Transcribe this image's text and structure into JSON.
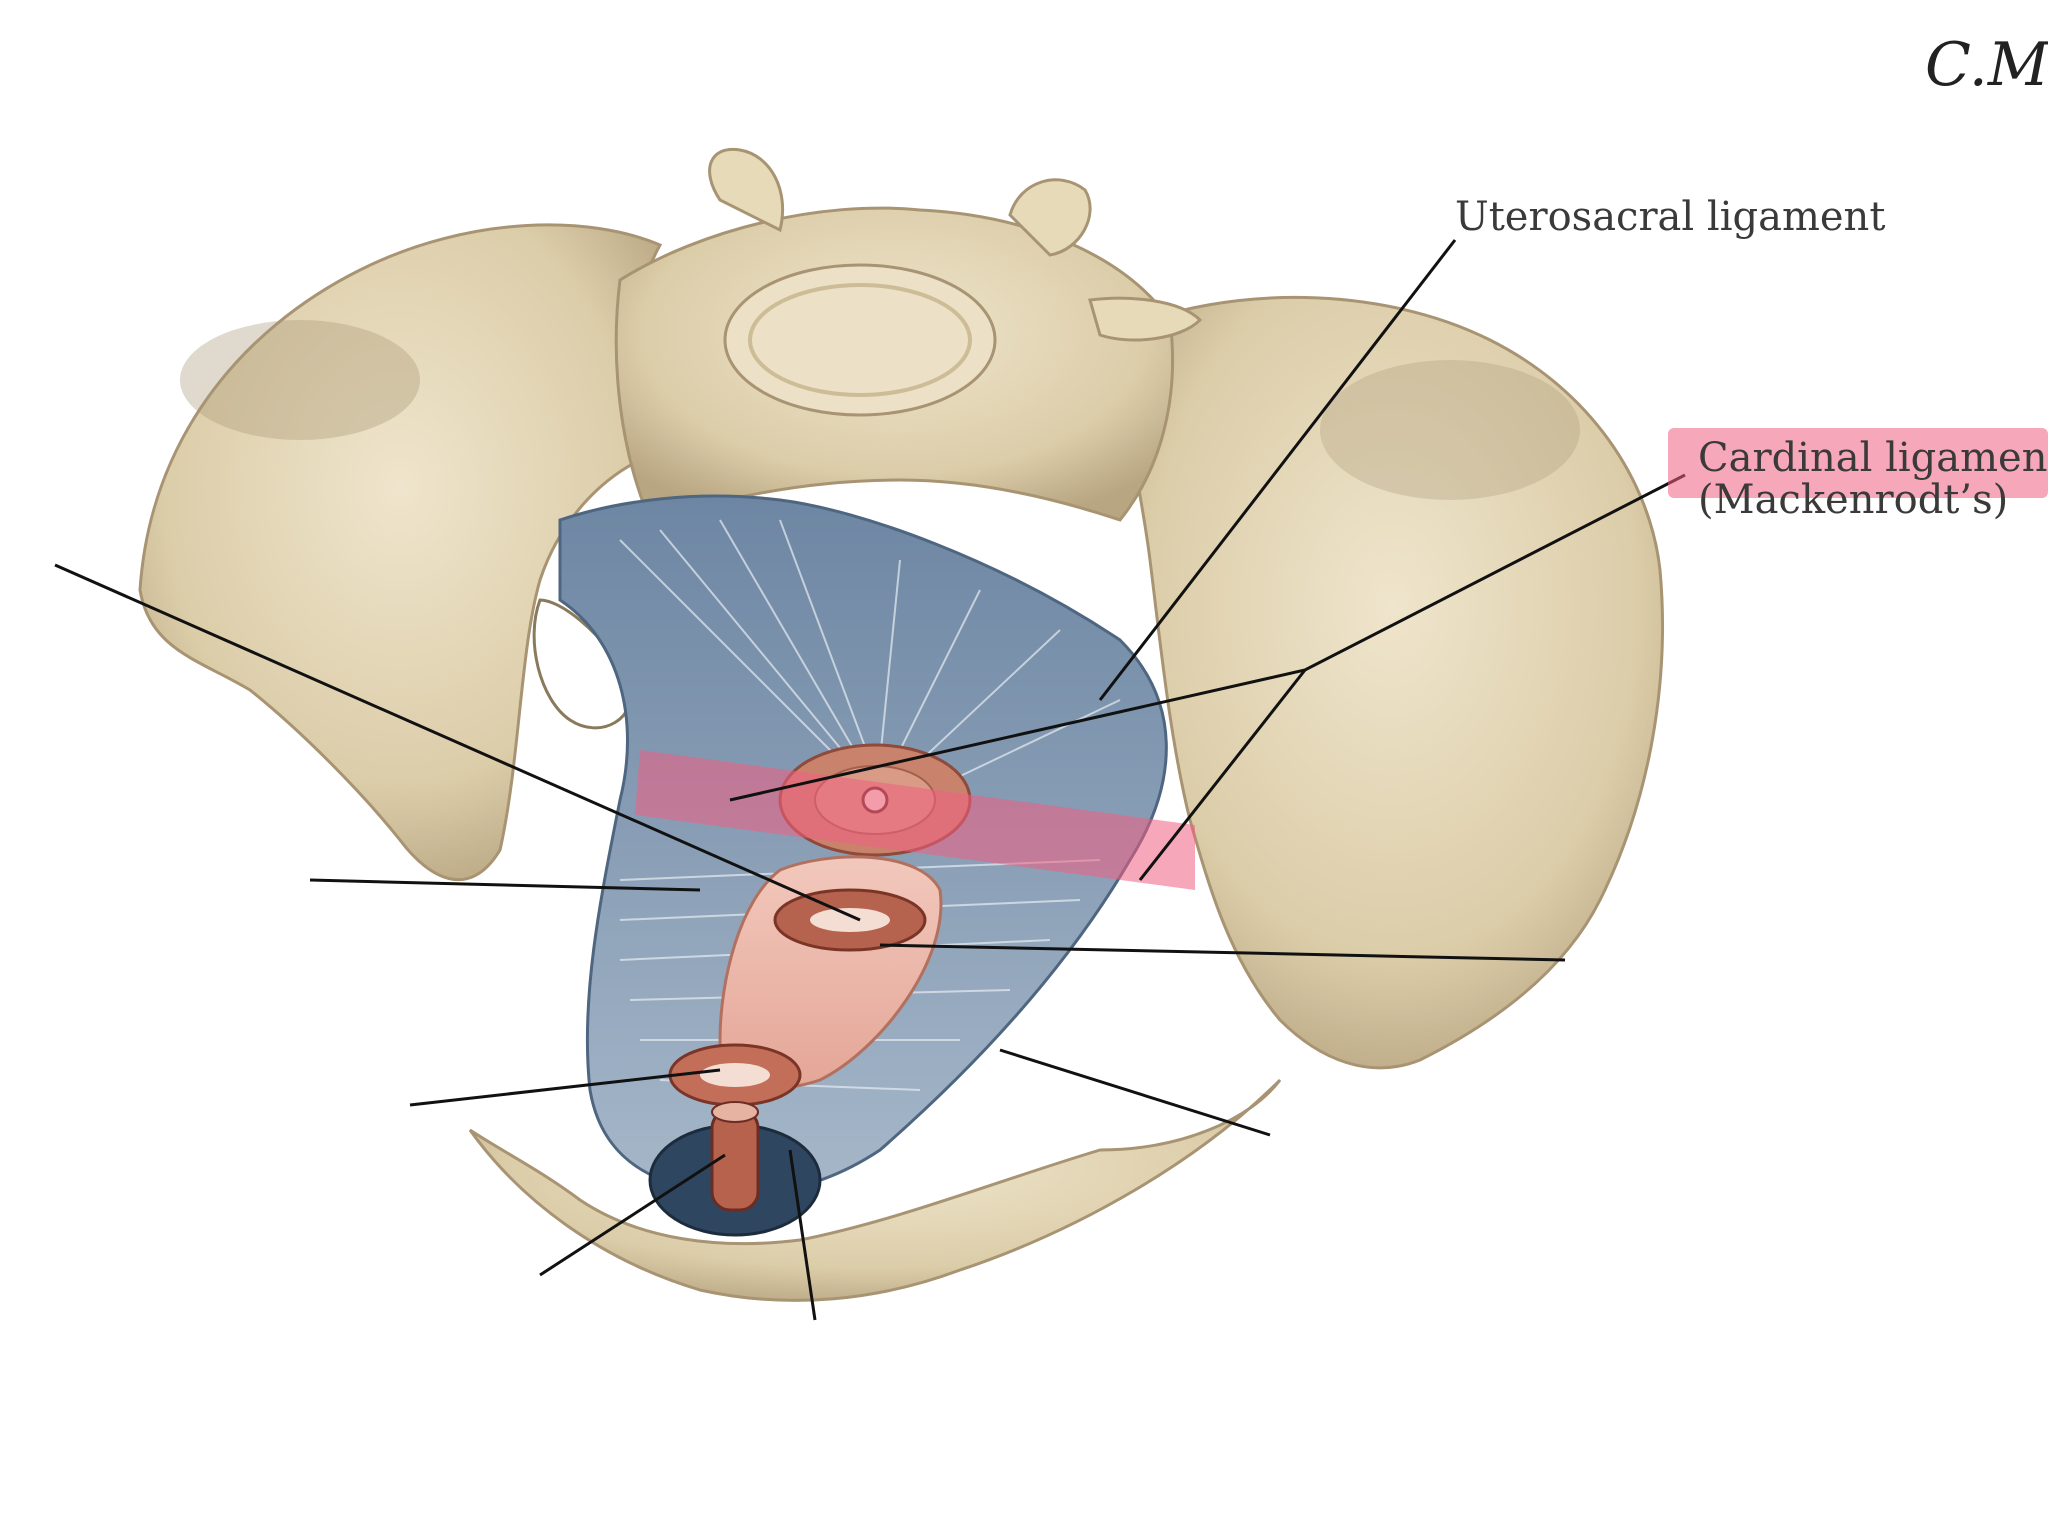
{
  "labels": {
    "uterosacral": "Uterosacral ligament",
    "cardinal_line1": "Cardinal ligament",
    "cardinal_line2": "(Mackenrodt’s)"
  },
  "signature": "C.Mac",
  "colors": {
    "bone": "#e3d6b6",
    "bone_shadow": "#b9a786",
    "ligament": "#8fa3ba",
    "ligament_dark": "#5e7590",
    "tissue": "#e9b6a8",
    "muscle": "#b86a55",
    "highlight": "#f05f82",
    "leader_line": "#111111"
  }
}
